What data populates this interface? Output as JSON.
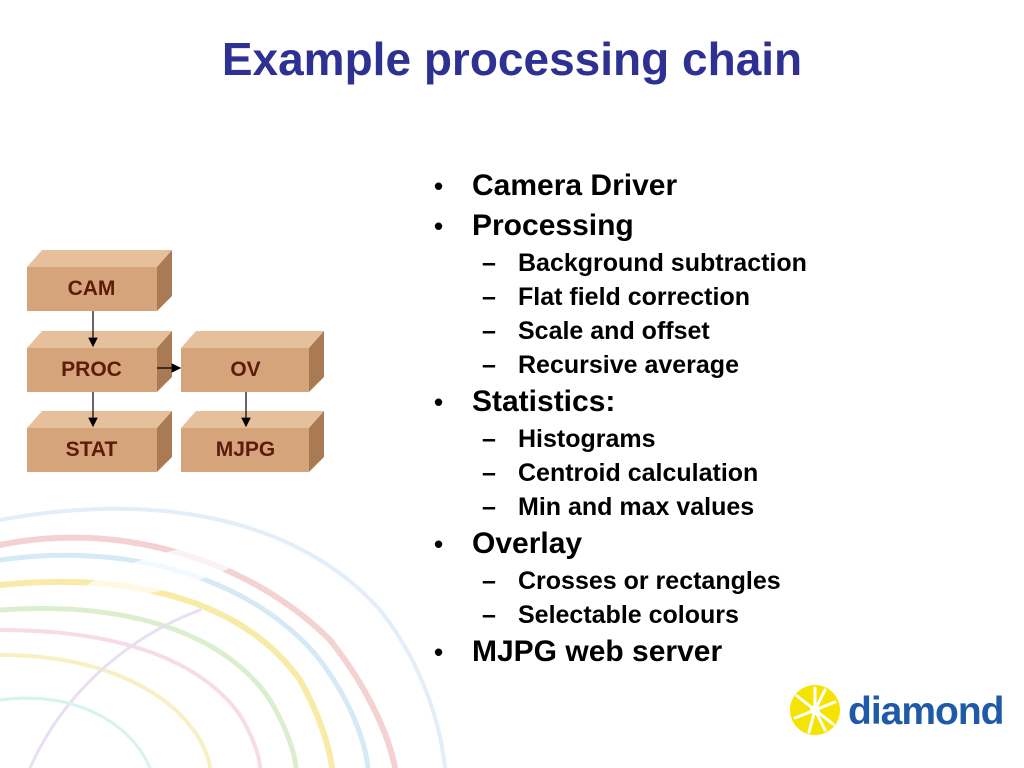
{
  "slide": {
    "title": "Example processing chain"
  },
  "diagram": {
    "boxes": {
      "cam": "CAM",
      "proc": "PROC",
      "ov": "OV",
      "stat": "STAT",
      "mjpg": "MJPG"
    },
    "box_color": "#d5a47a",
    "text_color": "#5c1b0c"
  },
  "bullets": {
    "marker": "•",
    "sub_marker": "–",
    "items": [
      {
        "label": "Camera Driver",
        "subs": []
      },
      {
        "label": "Processing",
        "subs": [
          "Background subtraction",
          "Flat field correction",
          "Scale and offset",
          "Recursive average"
        ]
      },
      {
        "label": "Statistics:",
        "subs": [
          "Histograms",
          "Centroid calculation",
          "Min and max values"
        ]
      },
      {
        "label": "Overlay",
        "subs": [
          "Crosses or rectangles",
          "Selectable colours"
        ]
      },
      {
        "label": "MJPG web server",
        "subs": []
      }
    ]
  },
  "logo": {
    "text": "diamond",
    "icon": "starburst-icon",
    "sun_color": "#f5e400",
    "text_color": "#1f5aa8"
  },
  "colors": {
    "title": "#2e3192"
  }
}
